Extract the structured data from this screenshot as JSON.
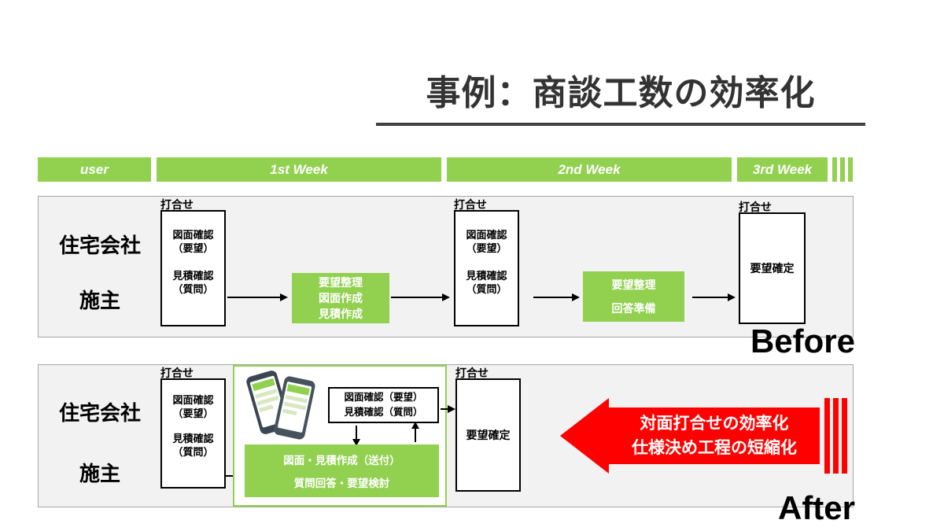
{
  "title": "事例：商談工数の効率化",
  "timeline": {
    "user": "user",
    "week1": "1st Week",
    "week2": "2nd Week",
    "week3": "3rd Week"
  },
  "labels": {
    "meeting": "打合せ",
    "before": "Before",
    "after": "After"
  },
  "meeting_box": {
    "l1": "図面確認",
    "l2": "（要望）",
    "l3": "見積確認",
    "l4": "（質問）"
  },
  "before": {
    "actor1": "住宅会社",
    "actor2": "施主",
    "green1": {
      "l1": "要望整理",
      "l2": "図面作成",
      "l3": "見積作成"
    },
    "green2": {
      "l1": "要望整理",
      "l2": "回答準備"
    },
    "final": "要望確定"
  },
  "after": {
    "actor1": "住宅会社",
    "actor2": "施主",
    "app_box": {
      "l1": "図面確認（要望）",
      "l2": "見積確認（質問）"
    },
    "green_box": {
      "l1": "図面・見積作成（送付）",
      "l2": "質問回答・要望検討"
    },
    "final": "要望確定",
    "red_arrow": {
      "l1": "対面打合せの効率化",
      "l2": "仕様決め工程の短縮化"
    }
  },
  "colors": {
    "green": "#92d050",
    "red": "#ff0000",
    "gray_bg": "#f2f2f2",
    "title_text": "#333333"
  }
}
